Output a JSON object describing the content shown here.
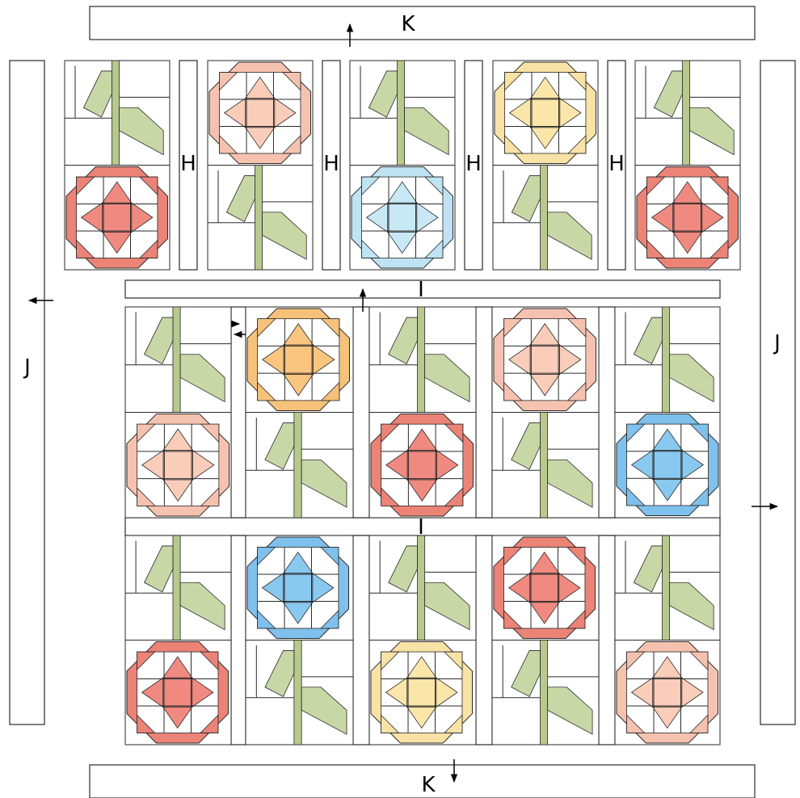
{
  "labels": {
    "h": "H",
    "i": "I",
    "j": "J",
    "k": "K"
  },
  "colors": {
    "outline": "#2a2a2a",
    "leaf": "#c7d8a6",
    "stem": "#b7c98d",
    "background": "#ffffff"
  },
  "palette": {
    "red": {
      "ring": "#ec8377",
      "center": "#f08a80"
    },
    "peach": {
      "ring": "#f6c2b0",
      "center": "#f9cdb9"
    },
    "yellow": {
      "ring": "#f8e2a6",
      "center": "#fbe6aa"
    },
    "orange": {
      "ring": "#f6c27a",
      "center": "#f9c57f"
    },
    "blue": {
      "ring": "#7fc0ec",
      "center": "#89c8ef"
    },
    "lightblue": {
      "ring": "#bfe3f2",
      "center": "#c9e8f5"
    }
  },
  "top_section": {
    "blocks": [
      {
        "flower": "bottom",
        "color": "red"
      },
      {
        "flower": "top",
        "color": "peach"
      },
      {
        "flower": "bottom",
        "color": "lightblue"
      },
      {
        "flower": "top",
        "color": "yellow"
      },
      {
        "flower": "bottom",
        "color": "red"
      }
    ]
  },
  "middle_section": {
    "blocks": [
      {
        "flower": "bottom",
        "color": "peach"
      },
      {
        "flower": "top",
        "color": "orange"
      },
      {
        "flower": "bottom",
        "color": "red"
      },
      {
        "flower": "top",
        "color": "peach"
      },
      {
        "flower": "bottom",
        "color": "blue"
      }
    ]
  },
  "bottom_section": {
    "blocks": [
      {
        "flower": "bottom",
        "color": "red"
      },
      {
        "flower": "top",
        "color": "blue"
      },
      {
        "flower": "bottom",
        "color": "yellow"
      },
      {
        "flower": "top",
        "color": "red"
      },
      {
        "flower": "bottom",
        "color": "peach"
      }
    ]
  },
  "arrows": [
    "up",
    "up",
    "left",
    "right",
    "down",
    "right-left"
  ]
}
